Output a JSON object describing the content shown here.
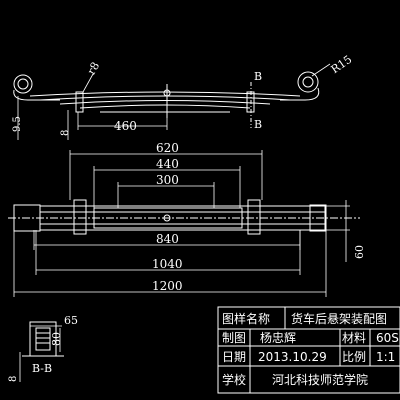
{
  "drawing": {
    "side_view": {
      "section_marker": "B",
      "radius_small": "r8",
      "radius_large": "R15",
      "dim_height": "9.5",
      "dim_thickness": "8",
      "dim_460": "460"
    },
    "top_view": {
      "dim_620": "620",
      "dim_440": "440",
      "dim_300": "300",
      "dim_840": "840",
      "dim_1040": "1040",
      "dim_1200": "1200",
      "dim_60": "60"
    },
    "section_view": {
      "dim_65": "65",
      "dim_80": "80",
      "dim_8": "8",
      "label": "B-B"
    }
  },
  "title_block": {
    "name_label": "图样名称",
    "name_value": "货车后悬架装配图",
    "drawn_label": "制图",
    "drawn_value": "杨忠辉",
    "material_label": "材料",
    "material_value": "60S",
    "date_label": "日期",
    "date_value": "2013.10.29",
    "scale_label": "比例",
    "scale_value": "1:1",
    "school_label": "学校",
    "school_value": "河北科技师范学院"
  }
}
